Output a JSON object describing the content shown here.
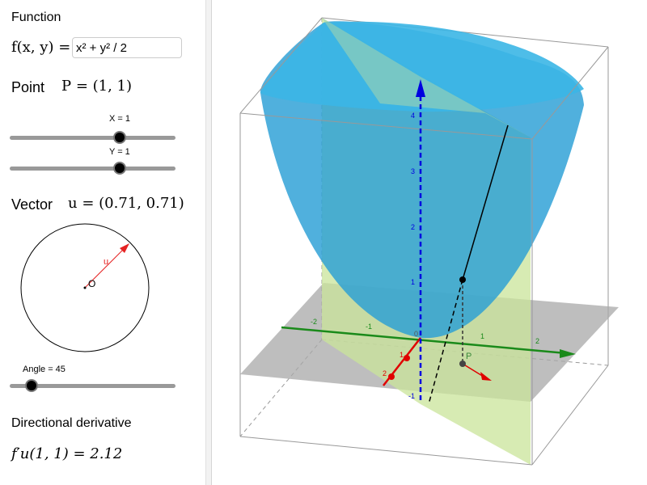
{
  "left_panel": {
    "function_heading": "Function",
    "function_label": "f(x, y) =",
    "function_value": "x² + y² / 2",
    "point_label": "Point",
    "point_value": "P = (1, 1)",
    "sliders": [
      {
        "label": "X = 1",
        "value": 1,
        "min": -5,
        "max": 5
      },
      {
        "label": "Y = 1",
        "value": 1,
        "min": -5,
        "max": 5
      }
    ],
    "vector_label": "Vector",
    "vector_value": "u = (0.71, 0.71)",
    "unit_circle": {
      "vector_name": "u",
      "origin_name": "O",
      "vector_color": "#e52222"
    },
    "angle_slider": {
      "label": "Angle = 45",
      "value": 45,
      "min": 0,
      "max": 360
    },
    "derivative_heading": "Directional derivative",
    "derivative_value": "f′u(1, 1) = 2.12"
  },
  "view3d": {
    "surface_color": "#2a9fd6",
    "plane_color": "#c9e49a",
    "xy_plane_color": "#a8a8a8",
    "x_axis": {
      "color": "#e00000",
      "ticks": [
        "1",
        "2"
      ]
    },
    "y_axis": {
      "color": "#1a8a1a",
      "ticks": [
        "-2",
        "-1",
        "1",
        "2"
      ]
    },
    "z_axis": {
      "color": "#0000e0",
      "ticks": [
        "-1",
        "1",
        "2",
        "3",
        "4"
      ]
    },
    "point_label": "P",
    "origin_label": "0"
  }
}
